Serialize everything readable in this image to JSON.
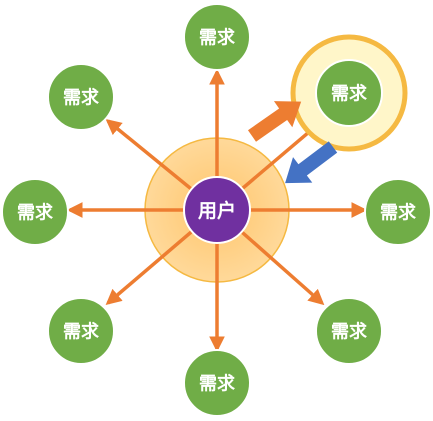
{
  "center": {
    "label": "用户",
    "color": "#7030A0",
    "halo_color": "#FFD27F",
    "halo_stroke": "#F5B942"
  },
  "spoke_color": "#ED7D31",
  "node_color": "#70AD47",
  "nodes": [
    {
      "label": "需求"
    },
    {
      "label": "需求"
    },
    {
      "label": "需求"
    },
    {
      "label": "需求"
    },
    {
      "label": "需求"
    },
    {
      "label": "需求"
    },
    {
      "label": "需求"
    },
    {
      "label": "需求"
    }
  ],
  "highlight": {
    "label": "需求",
    "ring_color": "#FFF6C9",
    "ring_stroke": "#F5B942",
    "up_arrow_color": "#ED7D31",
    "down_arrow_color": "#4472C4"
  }
}
